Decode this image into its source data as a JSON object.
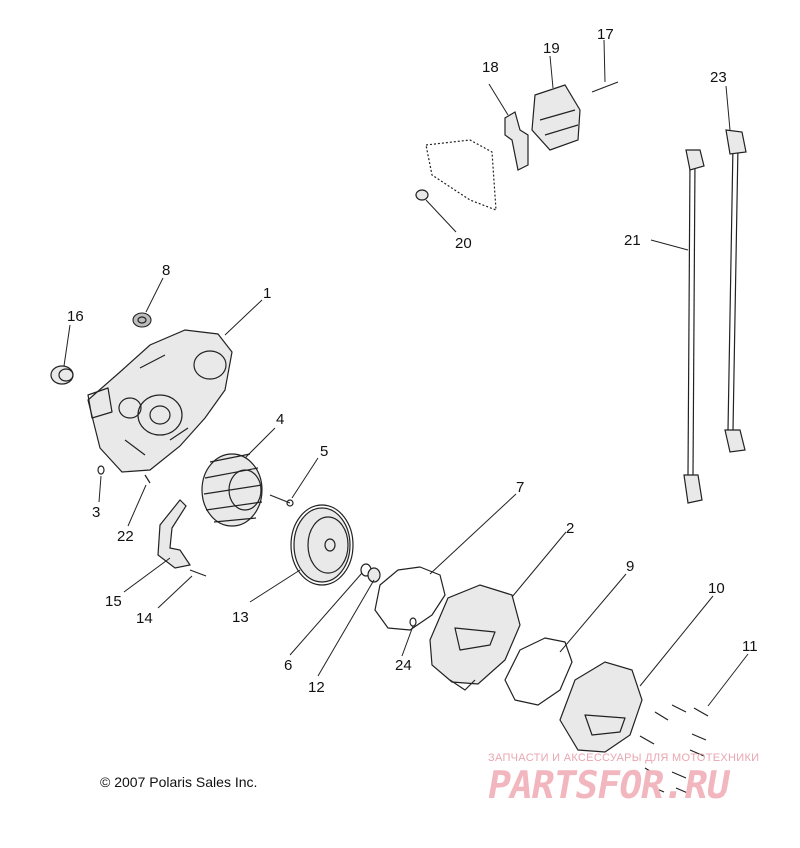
{
  "callouts": [
    {
      "id": "c1",
      "label": "1"
    },
    {
      "id": "c2",
      "label": "2"
    },
    {
      "id": "c3",
      "label": "3"
    },
    {
      "id": "c4",
      "label": "4"
    },
    {
      "id": "c5",
      "label": "5"
    },
    {
      "id": "c6",
      "label": "6"
    },
    {
      "id": "c7",
      "label": "7"
    },
    {
      "id": "c8",
      "label": "8"
    },
    {
      "id": "c9",
      "label": "9"
    },
    {
      "id": "c10",
      "label": "10"
    },
    {
      "id": "c11",
      "label": "11"
    },
    {
      "id": "c12",
      "label": "12"
    },
    {
      "id": "c13",
      "label": "13"
    },
    {
      "id": "c14",
      "label": "14"
    },
    {
      "id": "c15",
      "label": "15"
    },
    {
      "id": "c16",
      "label": "16"
    },
    {
      "id": "c17",
      "label": "17"
    },
    {
      "id": "c18",
      "label": "18"
    },
    {
      "id": "c19",
      "label": "19"
    },
    {
      "id": "c20",
      "label": "20"
    },
    {
      "id": "c21",
      "label": "21"
    },
    {
      "id": "c22",
      "label": "22"
    },
    {
      "id": "c23",
      "label": "23"
    },
    {
      "id": "c24",
      "label": "24"
    }
  ],
  "copyright": "© 2007 Polaris Sales Inc.",
  "watermark": {
    "tagline": "ЗАПЧАСТИ И АКСЕССУАРЫ ДЛЯ МОТОТЕХНИКИ",
    "logo": "PARTSFOR.RU",
    "color": "#f2b6bf"
  },
  "colors": {
    "line": "#222222",
    "background": "#ffffff"
  }
}
